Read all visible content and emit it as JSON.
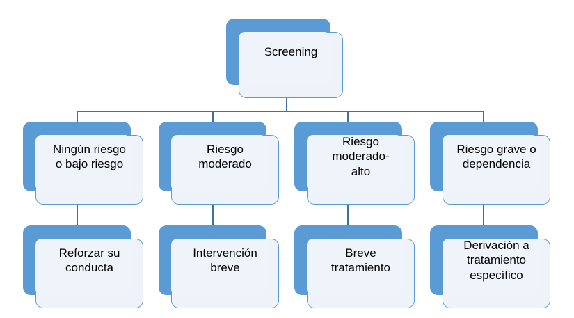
{
  "diagram": {
    "type": "hierarchy-flowchart",
    "title_node": "Screening",
    "colors": {
      "shadow_blue": "#5B9BD5",
      "box_fill": "#EEF3FA",
      "box_border": "#5B9BD5",
      "connector": "#41719C",
      "text": "#000000",
      "background": "#FFFFFF"
    },
    "levels": [
      {
        "level": 1,
        "nodes": [
          {
            "id": "screening",
            "label": "Screening"
          }
        ]
      },
      {
        "level": 2,
        "nodes": [
          {
            "id": "risk-none",
            "label": "Ningún riesgo\no bajo riesgo"
          },
          {
            "id": "risk-moderate",
            "label": "Riesgo\nmoderado"
          },
          {
            "id": "risk-moderate-high",
            "label": "Riesgo\nmoderado-\nalto"
          },
          {
            "id": "risk-severe",
            "label": "Riesgo grave o\ndependencia"
          }
        ]
      },
      {
        "level": 3,
        "nodes": [
          {
            "id": "action-reinforce",
            "label": "Reforzar su\nconducta"
          },
          {
            "id": "action-brief-intervention",
            "label": "Intervención\nbreve"
          },
          {
            "id": "action-brief-treatment",
            "label": "Breve\ntratamiento"
          },
          {
            "id": "action-referral",
            "label": "Derivación a\ntratamiento\nespecífico"
          }
        ]
      }
    ]
  }
}
